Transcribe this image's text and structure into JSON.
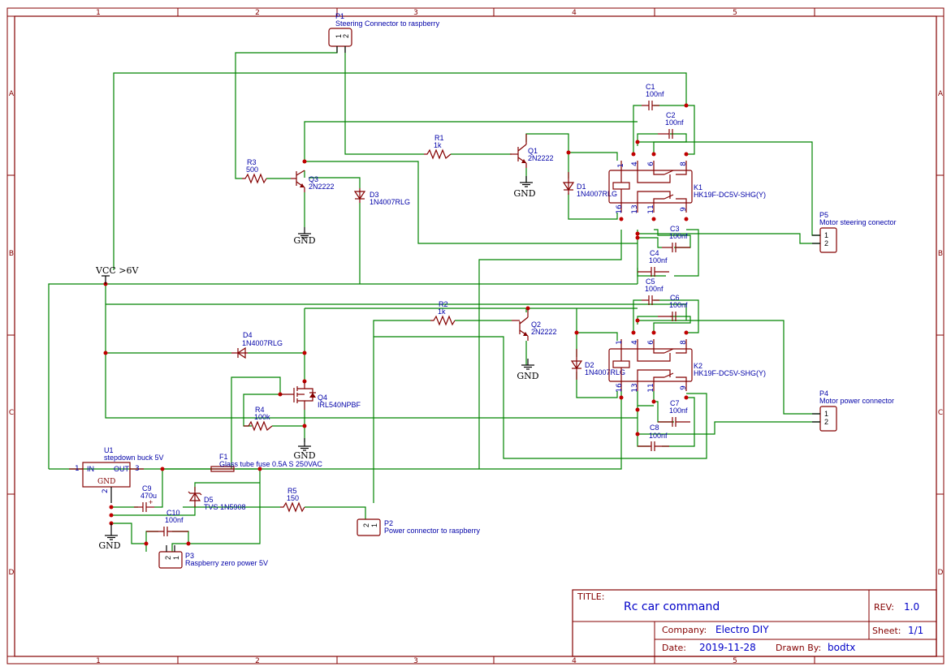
{
  "frame": {
    "columns": [
      "1",
      "2",
      "3",
      "4",
      "5"
    ],
    "rows": [
      "A",
      "B",
      "C",
      "D"
    ]
  },
  "title_block": {
    "title_label": "TITLE:",
    "title": "Rc car command",
    "rev_label": "REV:",
    "rev": "1.0",
    "company_label": "Company:",
    "company": "Electro DIY",
    "sheet_label": "Sheet:",
    "sheet": "1/1",
    "date_label": "Date:",
    "date": "2019-11-28",
    "drawn_label": "Drawn By:",
    "drawn_by": "bodtx"
  },
  "power": {
    "vcc": "VCC >6V",
    "gnd": "GND"
  },
  "components": {
    "P1": {
      "ref": "P1",
      "value": "Steering Connector to raspberry",
      "pins": [
        "1",
        "2"
      ]
    },
    "P2": {
      "ref": "P2",
      "value": "Power connector to raspberry",
      "pins": [
        "2",
        "1"
      ]
    },
    "P3": {
      "ref": "P3",
      "value": "Raspberry zero power 5V",
      "pins": [
        "2",
        "1"
      ]
    },
    "P4": {
      "ref": "P4",
      "value": "Motor power connector",
      "pins": [
        "1",
        "2"
      ]
    },
    "P5": {
      "ref": "P5",
      "value": "Motor steering conector",
      "pins": [
        "1",
        "2"
      ]
    },
    "R1": {
      "ref": "R1",
      "value": "1k"
    },
    "R2": {
      "ref": "R2",
      "value": "1k"
    },
    "R3": {
      "ref": "R3",
      "value": "500"
    },
    "R4": {
      "ref": "R4",
      "value": "100k"
    },
    "R5": {
      "ref": "R5",
      "value": "150"
    },
    "Q1": {
      "ref": "Q1",
      "value": "2N2222"
    },
    "Q2": {
      "ref": "Q2",
      "value": "2N2222"
    },
    "Q3": {
      "ref": "Q3",
      "value": "2N2222"
    },
    "Q4": {
      "ref": "Q4",
      "value": "IRL540NPBF"
    },
    "D1": {
      "ref": "D1",
      "value": "1N4007RLG"
    },
    "D2": {
      "ref": "D2",
      "value": "1N4007RLG"
    },
    "D3": {
      "ref": "D3",
      "value": "1N4007RLG"
    },
    "D4": {
      "ref": "D4",
      "value": "1N4007RLG"
    },
    "D5": {
      "ref": "D5",
      "value": "TVS 1N5908"
    },
    "C1": {
      "ref": "C1",
      "value": "100nf"
    },
    "C2": {
      "ref": "C2",
      "value": "100nf"
    },
    "C3": {
      "ref": "C3",
      "value": "100nf"
    },
    "C4": {
      "ref": "C4",
      "value": "100nf"
    },
    "C5": {
      "ref": "C5",
      "value": "100nf"
    },
    "C6": {
      "ref": "C6",
      "value": "100nf"
    },
    "C7": {
      "ref": "C7",
      "value": "100nf"
    },
    "C8": {
      "ref": "C8",
      "value": "100nf"
    },
    "C9": {
      "ref": "C9",
      "value": "470u",
      "polarity": "+"
    },
    "C10": {
      "ref": "C10",
      "value": "100nf"
    },
    "F1": {
      "ref": "F1",
      "value": "Glass tube fuse 0.5A S 250VAC"
    },
    "K1": {
      "ref": "K1",
      "value": "HK19F-DC5V-SHG(Y)",
      "pins_top": [
        "1",
        "4",
        "6",
        "8"
      ],
      "pins_bottom": [
        "16",
        "13",
        "11",
        "9"
      ]
    },
    "K2": {
      "ref": "K2",
      "value": "HK19F-DC5V-SHG(Y)",
      "pins_top": [
        "1",
        "4",
        "6",
        "8"
      ],
      "pins_bottom": [
        "16",
        "13",
        "11",
        "9"
      ]
    },
    "U1": {
      "ref": "U1",
      "value": "stepdown buck 5V",
      "pin_in": "IN",
      "pin_out": "OUT",
      "pin_gnd": "GND",
      "pin_in_num": "1",
      "pin_out_num": "3",
      "pin_gnd_num": "2"
    }
  }
}
